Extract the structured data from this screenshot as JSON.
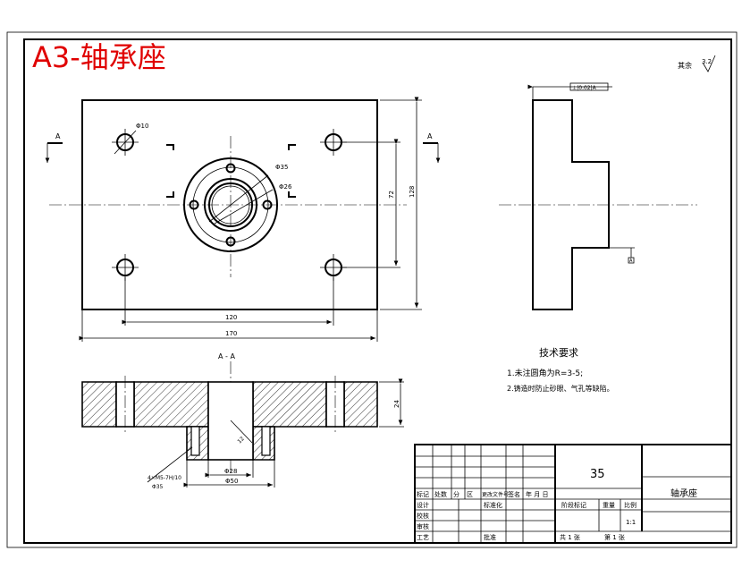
{
  "title": "A3-轴承座",
  "roughness": {
    "label": "其余",
    "value": "3.2"
  },
  "section_marks": {
    "left": "A",
    "right": "A",
    "view_label": "A - A"
  },
  "datum_label": "⊥|0.02|A",
  "datum_box": "A",
  "dimensions": {
    "hole_dia": "Φ10",
    "flange_dia": "Φ35",
    "bore_dia": "Φ26",
    "inner_height": "72",
    "total_height": "128",
    "inner_width": "120",
    "total_width": "170",
    "section_thickness": "24",
    "boss_inner": "Φ28",
    "boss_outer": "Φ50",
    "thread_note": "4×M5-7H/10",
    "thread_sub": "Φ35",
    "depth": "12"
  },
  "tech_req": {
    "heading": "技术要求",
    "items": [
      "1.未注圆角为R=3-5;",
      "2.铸造时防止砂眼、气孔等缺陷。"
    ]
  },
  "title_block": {
    "material": "35",
    "part_name": "轴承座",
    "headers": [
      "标记",
      "处数",
      "分",
      "区",
      "更改文件号",
      "签名",
      "年 月 日"
    ],
    "designer": "设计",
    "standardization": "标准化",
    "checker": "校核",
    "reviewer": "审核",
    "process": "工艺",
    "approve": "批准",
    "stage_mark": "阶段标记",
    "weight": "重量",
    "scale": "比例",
    "scale_value": "1:1",
    "sheets_total": "共  1  张",
    "sheet_no": "第  1  张"
  }
}
